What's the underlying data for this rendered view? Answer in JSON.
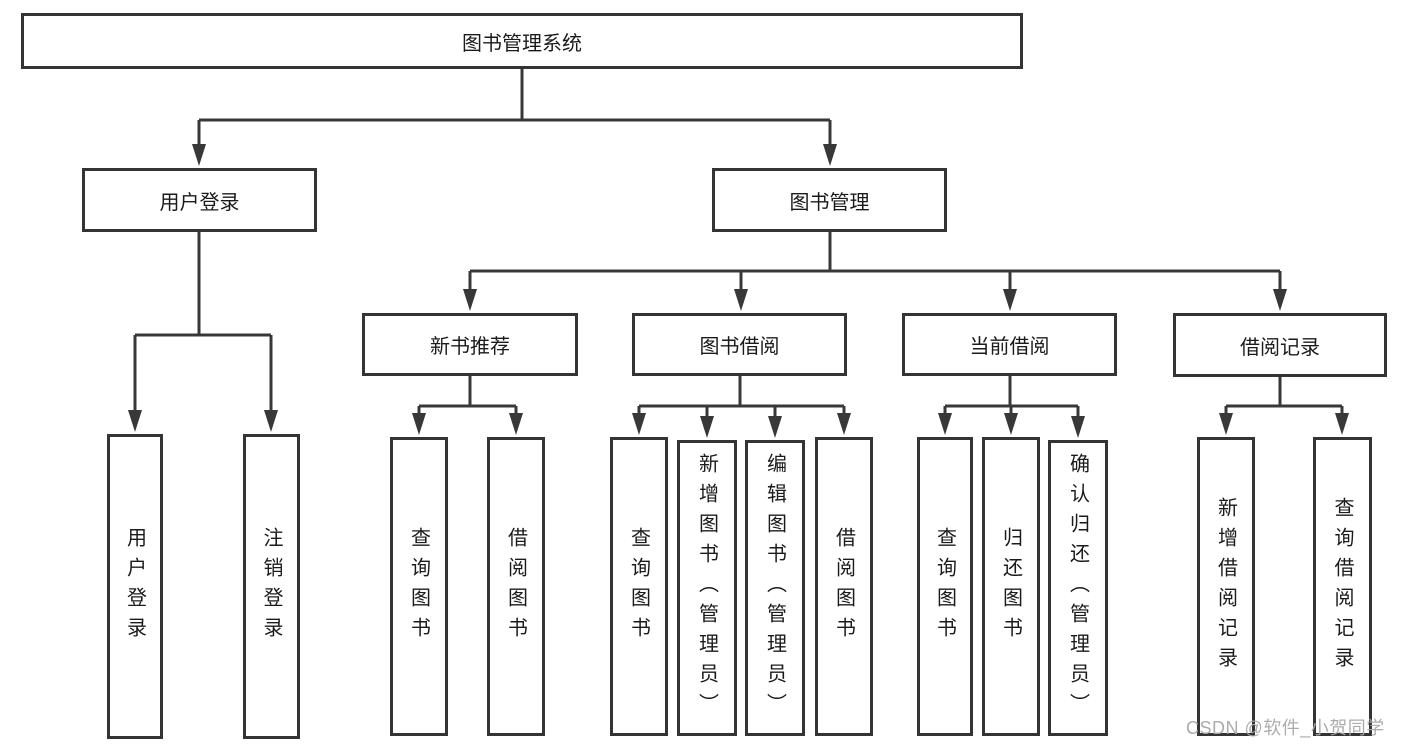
{
  "nodes": {
    "root": "图书管理系统",
    "user_login": "用户登录",
    "book_mgmt": "图书管理",
    "leaf_login": "用户登录",
    "leaf_logout": "注销登录",
    "new_book_rec": "新书推荐",
    "book_borrow": "图书借阅",
    "current_borrow": "当前借阅",
    "borrow_records": "借阅记录",
    "rec_query_books": "查询图书",
    "rec_borrow_books": "借阅图书",
    "bb_query_books": "查询图书",
    "bb_add_books": "新增图书（管理员）",
    "bb_edit_books": "编辑图书（管理员）",
    "bb_borrow_books": "借阅图书",
    "cb_query_books": "查询图书",
    "cb_return_books": "归还图书",
    "cb_confirm_return": "确认归还（管理员）",
    "br_add_record": "新增借阅记录",
    "br_query_record": "查询借阅记录"
  },
  "watermark": "CSDN @软件_小贺同学",
  "colors": {
    "line": "#383838",
    "box_border": "#343434",
    "text": "#1b1b1b",
    "watermark": "#a8a8a8",
    "background": "#ffffff"
  }
}
